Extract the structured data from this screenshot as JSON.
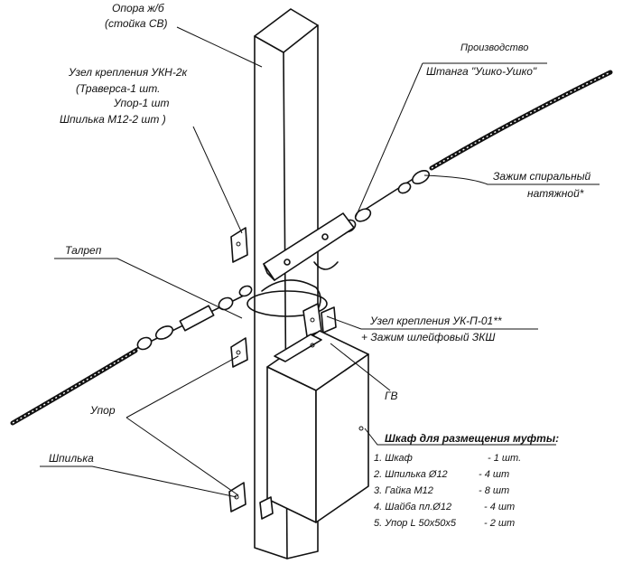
{
  "labels": {
    "pole_title": "Опора ж/б",
    "pole_sub": "(стойка СВ)",
    "ukn_title": "Узел крепления УКН-2к",
    "ukn_line1": "(Траверса-1 шт.",
    "ukn_line2": "Упор-1 шт",
    "ukn_line3": "Шпилька М12-2 шт )",
    "rod_top": "Производство",
    "rod_name": "Штанга \"Ушко-Ушко\"",
    "clamp_line1": "Зажим спиральный",
    "clamp_line2": "натяжной*",
    "turnbuckle": "Талреп",
    "ukp_line1": "Узел крепления УК-П-01**",
    "ukp_line2": "+ Зажим шлейфовый ЗКШ",
    "gv": "ГВ",
    "stop": "Упор",
    "stud": "Шпилька"
  },
  "cabinet_spec": {
    "title": "Шкаф для размещения муфты:",
    "items": [
      {
        "name": "1. Шкаф",
        "qty": "- 1 шт."
      },
      {
        "name": "2. Шпилька Ø12",
        "qty": "- 4 шт"
      },
      {
        "name": "3. Гайка М12",
        "qty": "- 8 шт"
      },
      {
        "name": "4. Шайба пл.Ø12",
        "qty": "- 4 шт"
      },
      {
        "name": "5. Упор L 50x50x5",
        "qty": "- 2 шт"
      }
    ]
  },
  "colors": {
    "ink": "#111111",
    "paper": "#ffffff"
  }
}
